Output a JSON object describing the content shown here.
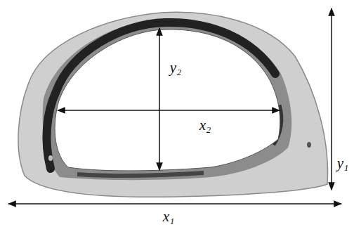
{
  "diagram": {
    "labels": [
      "y₂",
      "x₂",
      "y₁",
      "x₁"
    ]
  }
}
